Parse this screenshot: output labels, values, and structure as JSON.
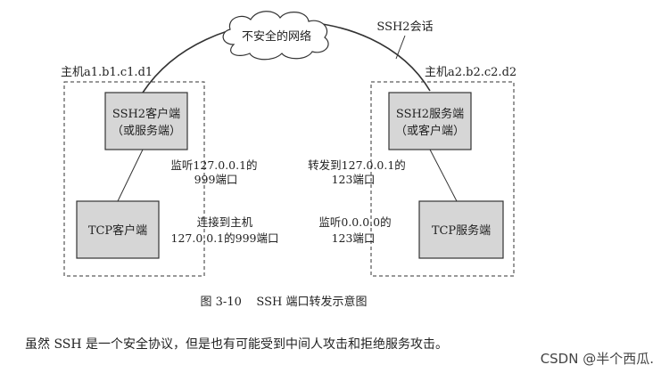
{
  "diagram": {
    "network_label": "不安全的网络",
    "session_label": "SSH2会话",
    "left_host": "主机a1.b1.c1.d1",
    "right_host": "主机a2.b2.c2.d2",
    "left_top_box": [
      "SSH2客户端",
      "（或服务端）"
    ],
    "right_top_box": [
      "SSH2服务端",
      "（或客户端）"
    ],
    "left_bottom_box": "TCP客户端",
    "right_bottom_box": "TCP服务端",
    "left_listen": [
      "监听127.0.0.1的",
      "999端口"
    ],
    "right_forward": [
      "转发到127.0.0.1的",
      "123端口"
    ],
    "left_connect": [
      "连接到主机",
      "127.0.0.1的999端口"
    ],
    "right_listen": [
      "监听0.0.0.0的",
      "123端口"
    ],
    "caption": "图 3-10    SSH 端口转发示意图"
  },
  "body_text": "虽然 SSH 是一个安全协议，但是也有可能受到中间人攻击和拒绝服务攻击。",
  "watermark": "CSDN @半个西瓜."
}
